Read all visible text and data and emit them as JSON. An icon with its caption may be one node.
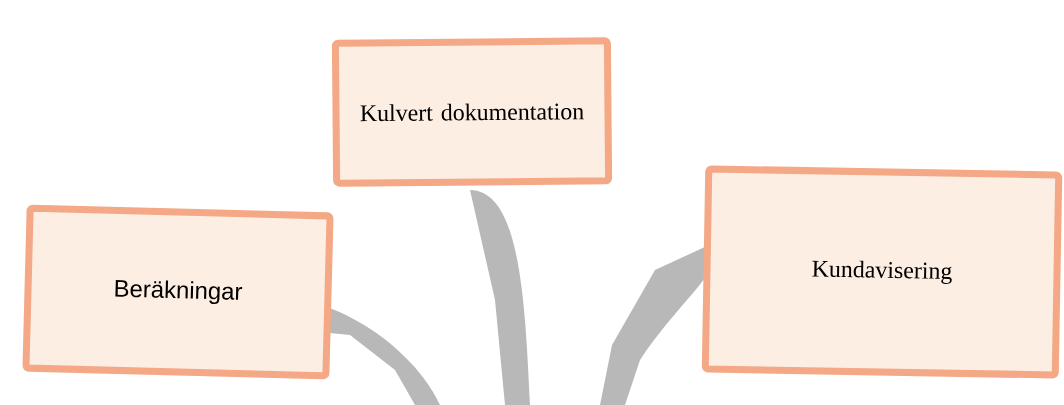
{
  "diagram": {
    "nodes": [
      {
        "text": [
          "Beräkningar"
        ]
      },
      {
        "text": [
          "Kulvert dokumentation"
        ]
      },
      {
        "text": [
          "Kundavisering"
        ]
      }
    ]
  }
}
